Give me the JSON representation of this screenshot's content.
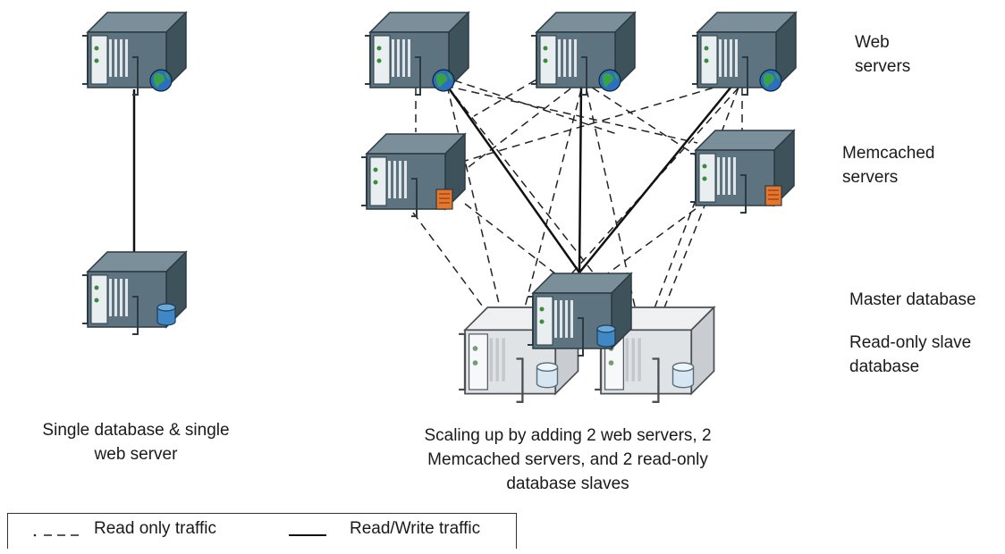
{
  "labels": {
    "web": "Web\nservers",
    "memcached": "Memcached\nservers",
    "master": "Master database",
    "slave": "Read-only slave\ndatabase"
  },
  "captions": {
    "left": "Single database & single\nweb server",
    "right": "Scaling up by adding 2 web servers, 2\nMemcached servers, and 2 read-only\ndatabase slaves"
  },
  "legend": {
    "read_only": "Read only traffic",
    "read_write": "Read/Write traffic"
  },
  "colors": {
    "server_dark": "#546e7a",
    "server_light": "#d5d9dc",
    "globe": "#2e7d32",
    "memcached_badge": "#e6762b",
    "db_badge": "#3f88c5"
  }
}
